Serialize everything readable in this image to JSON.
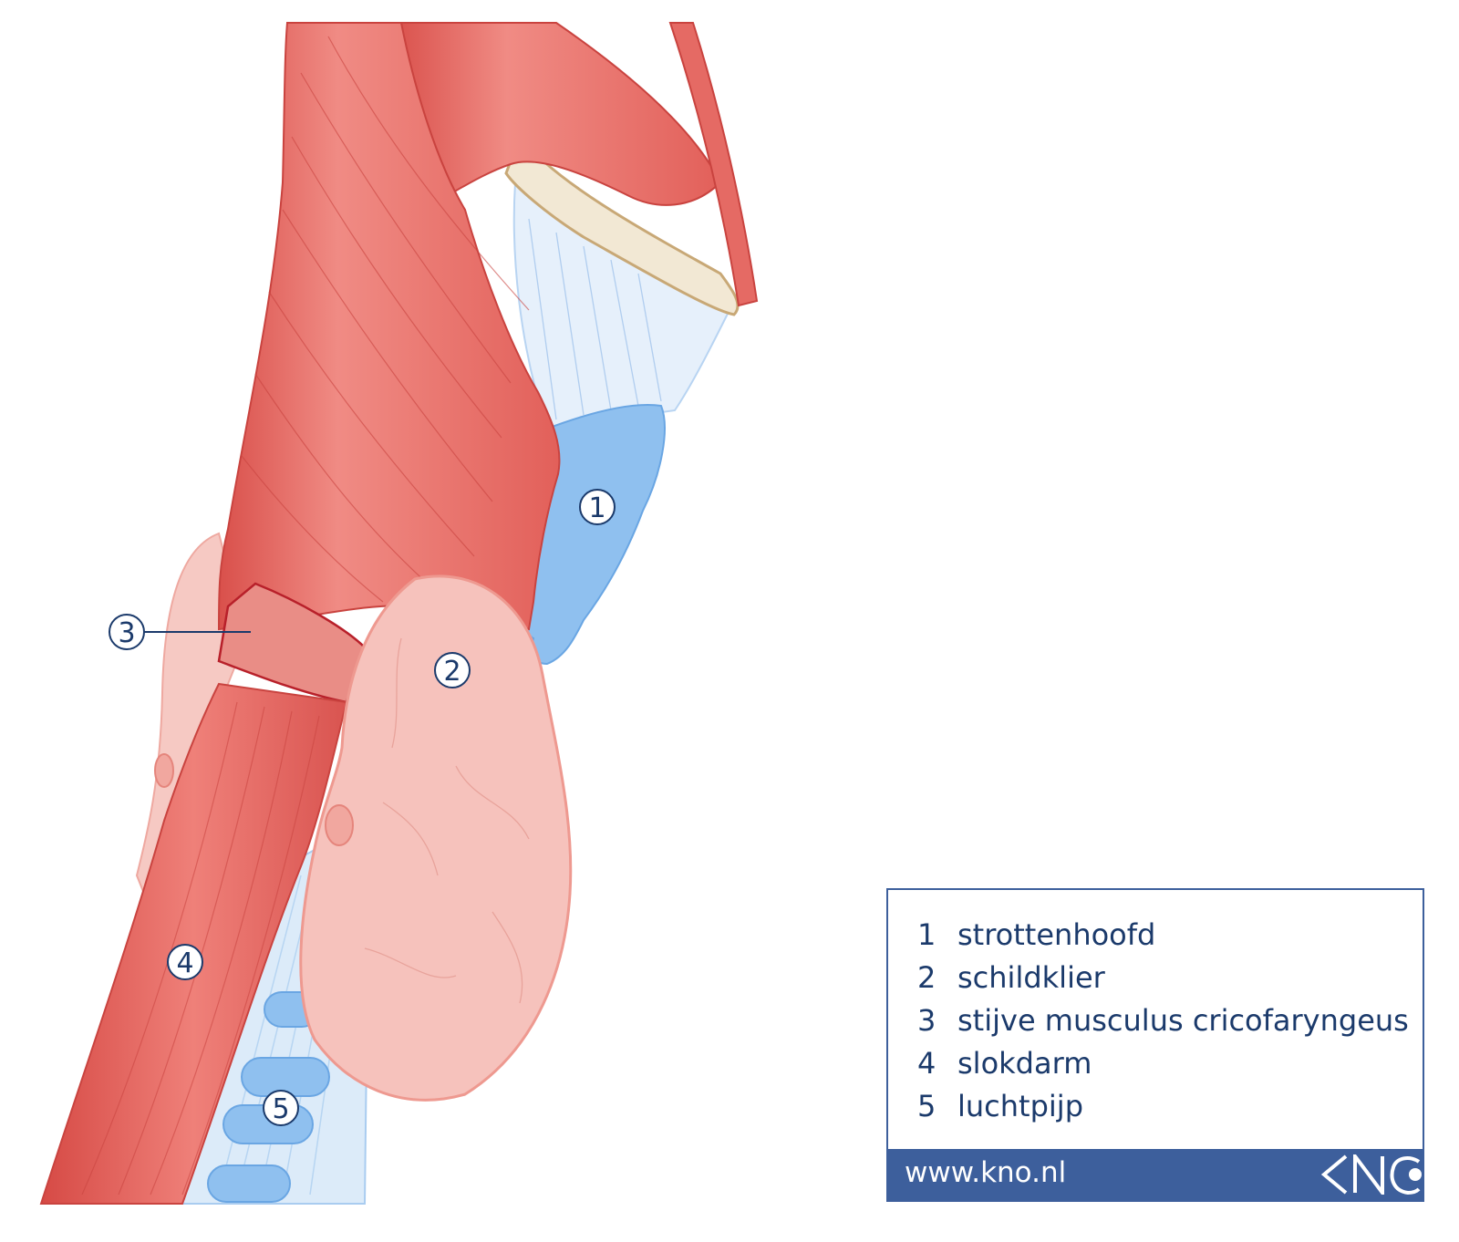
{
  "markers": [
    {
      "id": "1",
      "label": "1"
    },
    {
      "id": "2",
      "label": "2"
    },
    {
      "id": "3",
      "label": "3"
    },
    {
      "id": "4",
      "label": "4"
    },
    {
      "id": "5",
      "label": "5"
    }
  ],
  "legend": {
    "items": [
      {
        "number": "1",
        "text": "strottenhoofd"
      },
      {
        "number": "2",
        "text": "schildklier"
      },
      {
        "number": "3",
        "text": "stijve musculus cricofaryngeus"
      },
      {
        "number": "4",
        "text": "slokdarm"
      },
      {
        "number": "5",
        "text": "luchtpijp"
      }
    ],
    "footer_url": "www.kno.nl",
    "logo": "kno-logo"
  },
  "colors": {
    "muscle": "#e56a64",
    "muscle_dark": "#c9433f",
    "thyroid": "#f6c2bc",
    "cartilage": "#8fc0ef",
    "trachea_tissue": "#dcebf9",
    "bone": "#f2e8d4",
    "legend_blue": "#3d5f9c",
    "text_navy": "#1b3a6b"
  }
}
